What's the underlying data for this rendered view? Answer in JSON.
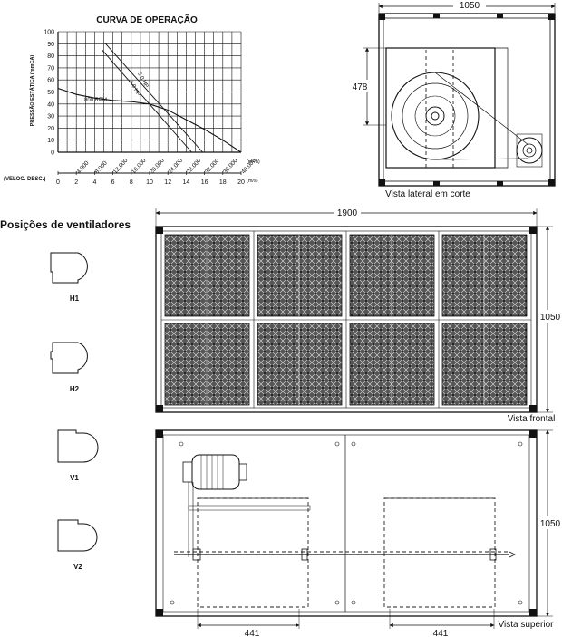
{
  "chart_data": {
    "type": "line",
    "title": "CURVA DE OPERAÇÃO",
    "ylabel": "PRESSÃO ESTÁTICA (mmCA)",
    "xlabel_flow": "(m³/h)",
    "xlabel_velocity": "(m/s)",
    "velocity_row_label": "(VELOC. DESC.)",
    "ylim": [
      0,
      100
    ],
    "xlim_velocity": [
      0,
      20
    ],
    "y_ticks": [
      "0",
      "10",
      "20",
      "30",
      "40",
      "50",
      "60",
      "70",
      "80",
      "90",
      "100"
    ],
    "velocity_ticks": [
      "0",
      "2",
      "4",
      "6",
      "8",
      "10",
      "12",
      "14",
      "16",
      "18",
      "20"
    ],
    "flow_ticks": [
      "4.000",
      "8.000",
      "12.000",
      "16.000",
      "20.000",
      "24.000",
      "28.000",
      "32.000",
      "36.000",
      "40.000"
    ],
    "series": [
      {
        "name": "800 RPM",
        "x": [
          0,
          2,
          4,
          6,
          8,
          10,
          12,
          14,
          16,
          18,
          20
        ],
        "y": [
          53,
          48,
          45,
          43,
          42,
          40,
          35,
          27,
          19,
          10,
          0
        ]
      },
      {
        "name": "5.0 HP",
        "x": [
          5.2,
          15.8
        ],
        "y": [
          90,
          0
        ]
      },
      {
        "name": "4.0 HP",
        "x": [
          4.8,
          14.6
        ],
        "y": [
          85,
          0
        ]
      }
    ]
  },
  "labels": {
    "dim_top_width": "1050",
    "dim_side_height": "478",
    "caption_side_section": "Vista lateral em corte",
    "fan_positions_title": "Posições de ventiladores",
    "positions": [
      "H1",
      "H2",
      "V1",
      "V2"
    ],
    "dim_front_width": "1900",
    "dim_front_height": "1050",
    "caption_front": "Vista frontal",
    "dim_top_view_height": "1050",
    "dim_441_left": "441",
    "dim_441_right": "441",
    "caption_top": "Vista superior"
  }
}
